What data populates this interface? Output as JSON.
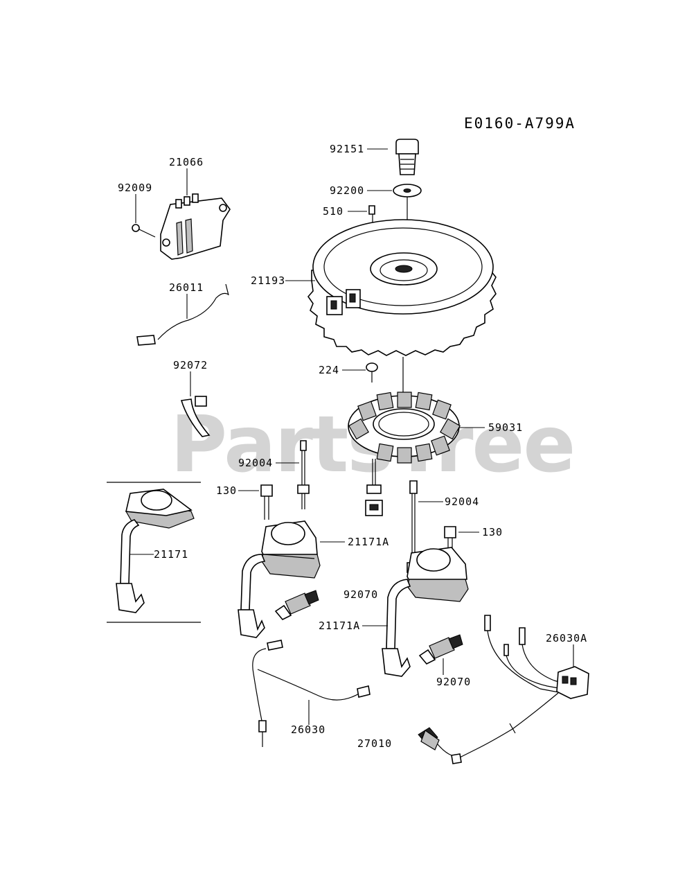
{
  "diagram_code": "E0160-A799A",
  "watermark": "PartsTree",
  "labels": {
    "p92151": "92151",
    "p92200": "92200",
    "p510": "510",
    "p21193": "21193",
    "p21066": "21066",
    "p92009": "92009",
    "p26011": "26011",
    "p92072": "92072",
    "p224": "224",
    "p59031": "59031",
    "p92004_left": "92004",
    "p130_left": "130",
    "p21171A_left": "21171A",
    "p21171": "21171",
    "p92004_right": "92004",
    "p130_right": "130",
    "p92070_upper": "92070",
    "p21171A_right": "21171A",
    "p26030A": "26030A",
    "p92070_lower": "92070",
    "p26030": "26030",
    "p27010": "27010"
  }
}
